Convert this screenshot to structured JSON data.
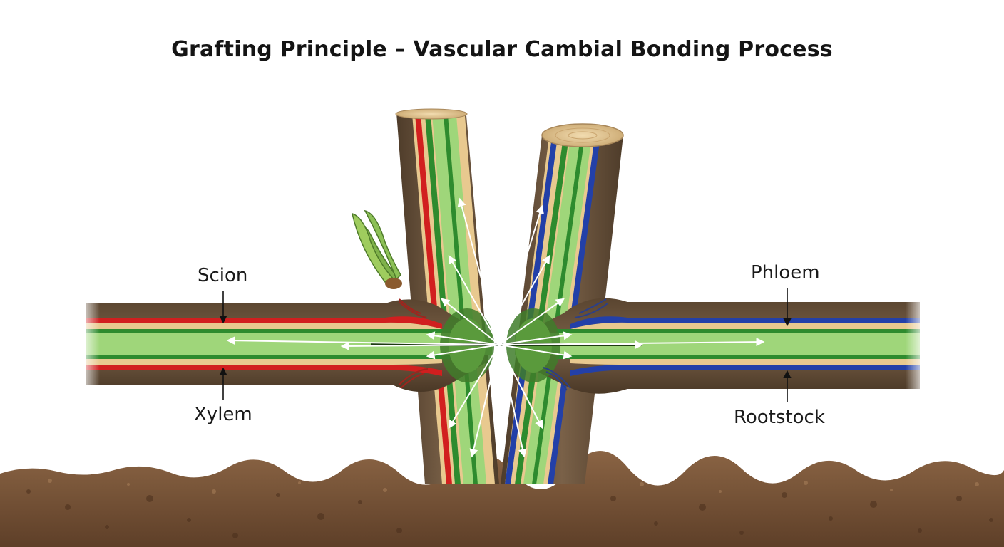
{
  "title": "Grafting Principle – Vascular Cambial Bonding Process",
  "labels": {
    "scion": "Scion",
    "xylem": "Xylem",
    "phloem": "Phloem",
    "rootstock": "Rootstock"
  },
  "colors": {
    "bark": "#6b5238",
    "bark_dark": "#4a3826",
    "cambium": "#2e8b2e",
    "inner_tissue": "#9fd67a",
    "sapwood": "#e8c98f",
    "scion_vessel": "#d11f1f",
    "rootstock_vessel": "#2340a8",
    "soil": "#7a5638",
    "flow_arrow": "#ffffff"
  },
  "icons": {
    "bud": "bud-icon",
    "roots": "roots-icon"
  }
}
